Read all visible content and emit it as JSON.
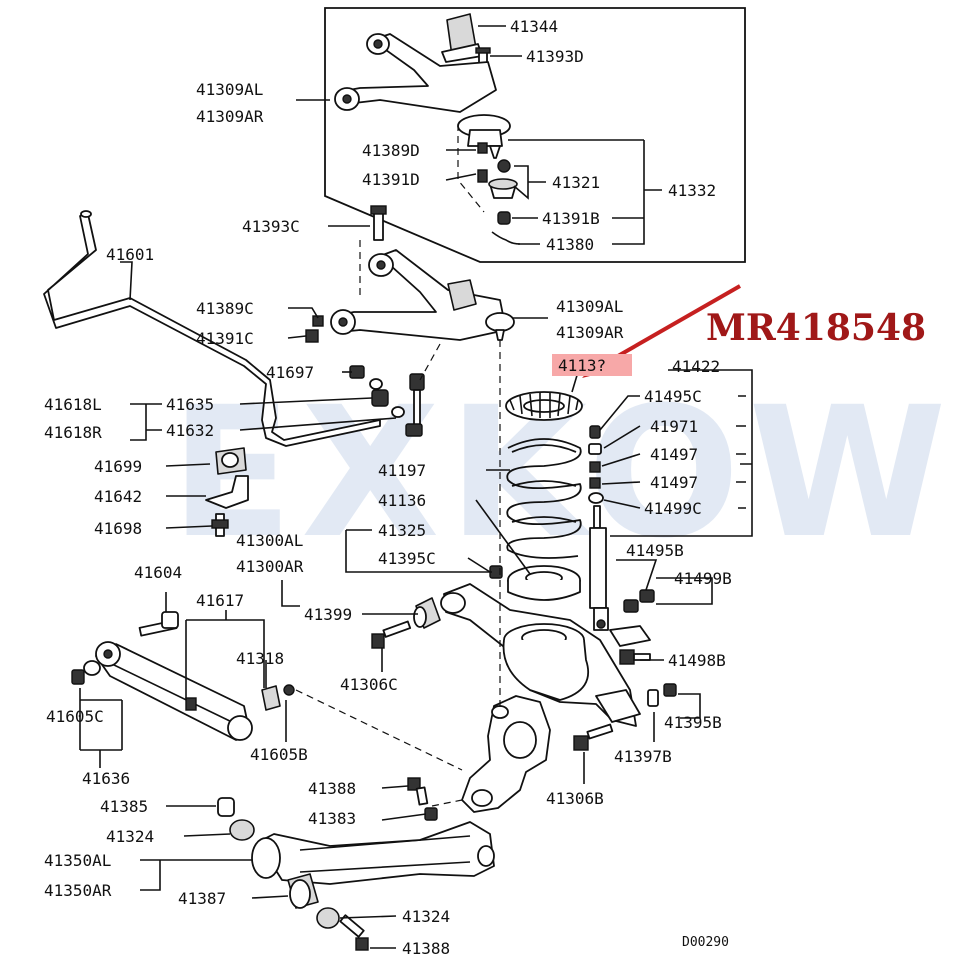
{
  "labels": {
    "p41344": "41344",
    "p41393D": "41393D",
    "p41309AL_top": "41309AL",
    "p41309AR_top": "41309AR",
    "p41389D": "41389D",
    "p41391D": "41391D",
    "p41321": "41321",
    "p41332": "41332",
    "p41391B": "41391B",
    "p41380": "41380",
    "p41393C": "41393C",
    "p41601": "41601",
    "p41389C": "41389C",
    "p41391C": "41391C",
    "p41309AL_mid": "41309AL",
    "p41309AR_mid": "41309AR",
    "p41697": "41697",
    "p4113x": "4113?",
    "p41422": "41422",
    "p41618L": "41618L",
    "p41618R": "41618R",
    "p41635": "41635",
    "p41632": "41632",
    "p41495C": "41495C",
    "p41971": "41971",
    "p41497_a": "41497",
    "p41497_b": "41497",
    "p41499C": "41499C",
    "p41197": "41197",
    "p41699": "41699",
    "p41642": "41642",
    "p41136": "41136",
    "p41698": "41698",
    "p41325": "41325",
    "p41300AL": "41300AL",
    "p41300AR": "41300AR",
    "p41395C": "41395C",
    "p41495B": "41495B",
    "p41604": "41604",
    "p41499B": "41499B",
    "p41617": "41617",
    "p41399": "41399",
    "p41318": "41318",
    "p41498B": "41498B",
    "p41306C": "41306C",
    "p41605C": "41605C",
    "p41395B": "41395B",
    "p41605B": "41605B",
    "p41397B": "41397B",
    "p41636": "41636",
    "p41388_a": "41388",
    "p41306B": "41306B",
    "p41385": "41385",
    "p41383": "41383",
    "p41324_a": "41324",
    "p41350AL": "41350AL",
    "p41350AR": "41350AR",
    "p41387": "41387",
    "p41324_b": "41324",
    "p41388_b": "41388"
  },
  "callout": {
    "text": "MR418548",
    "color": "#a01818"
  },
  "watermark": "EXKOW",
  "diagram_code": "D00290"
}
